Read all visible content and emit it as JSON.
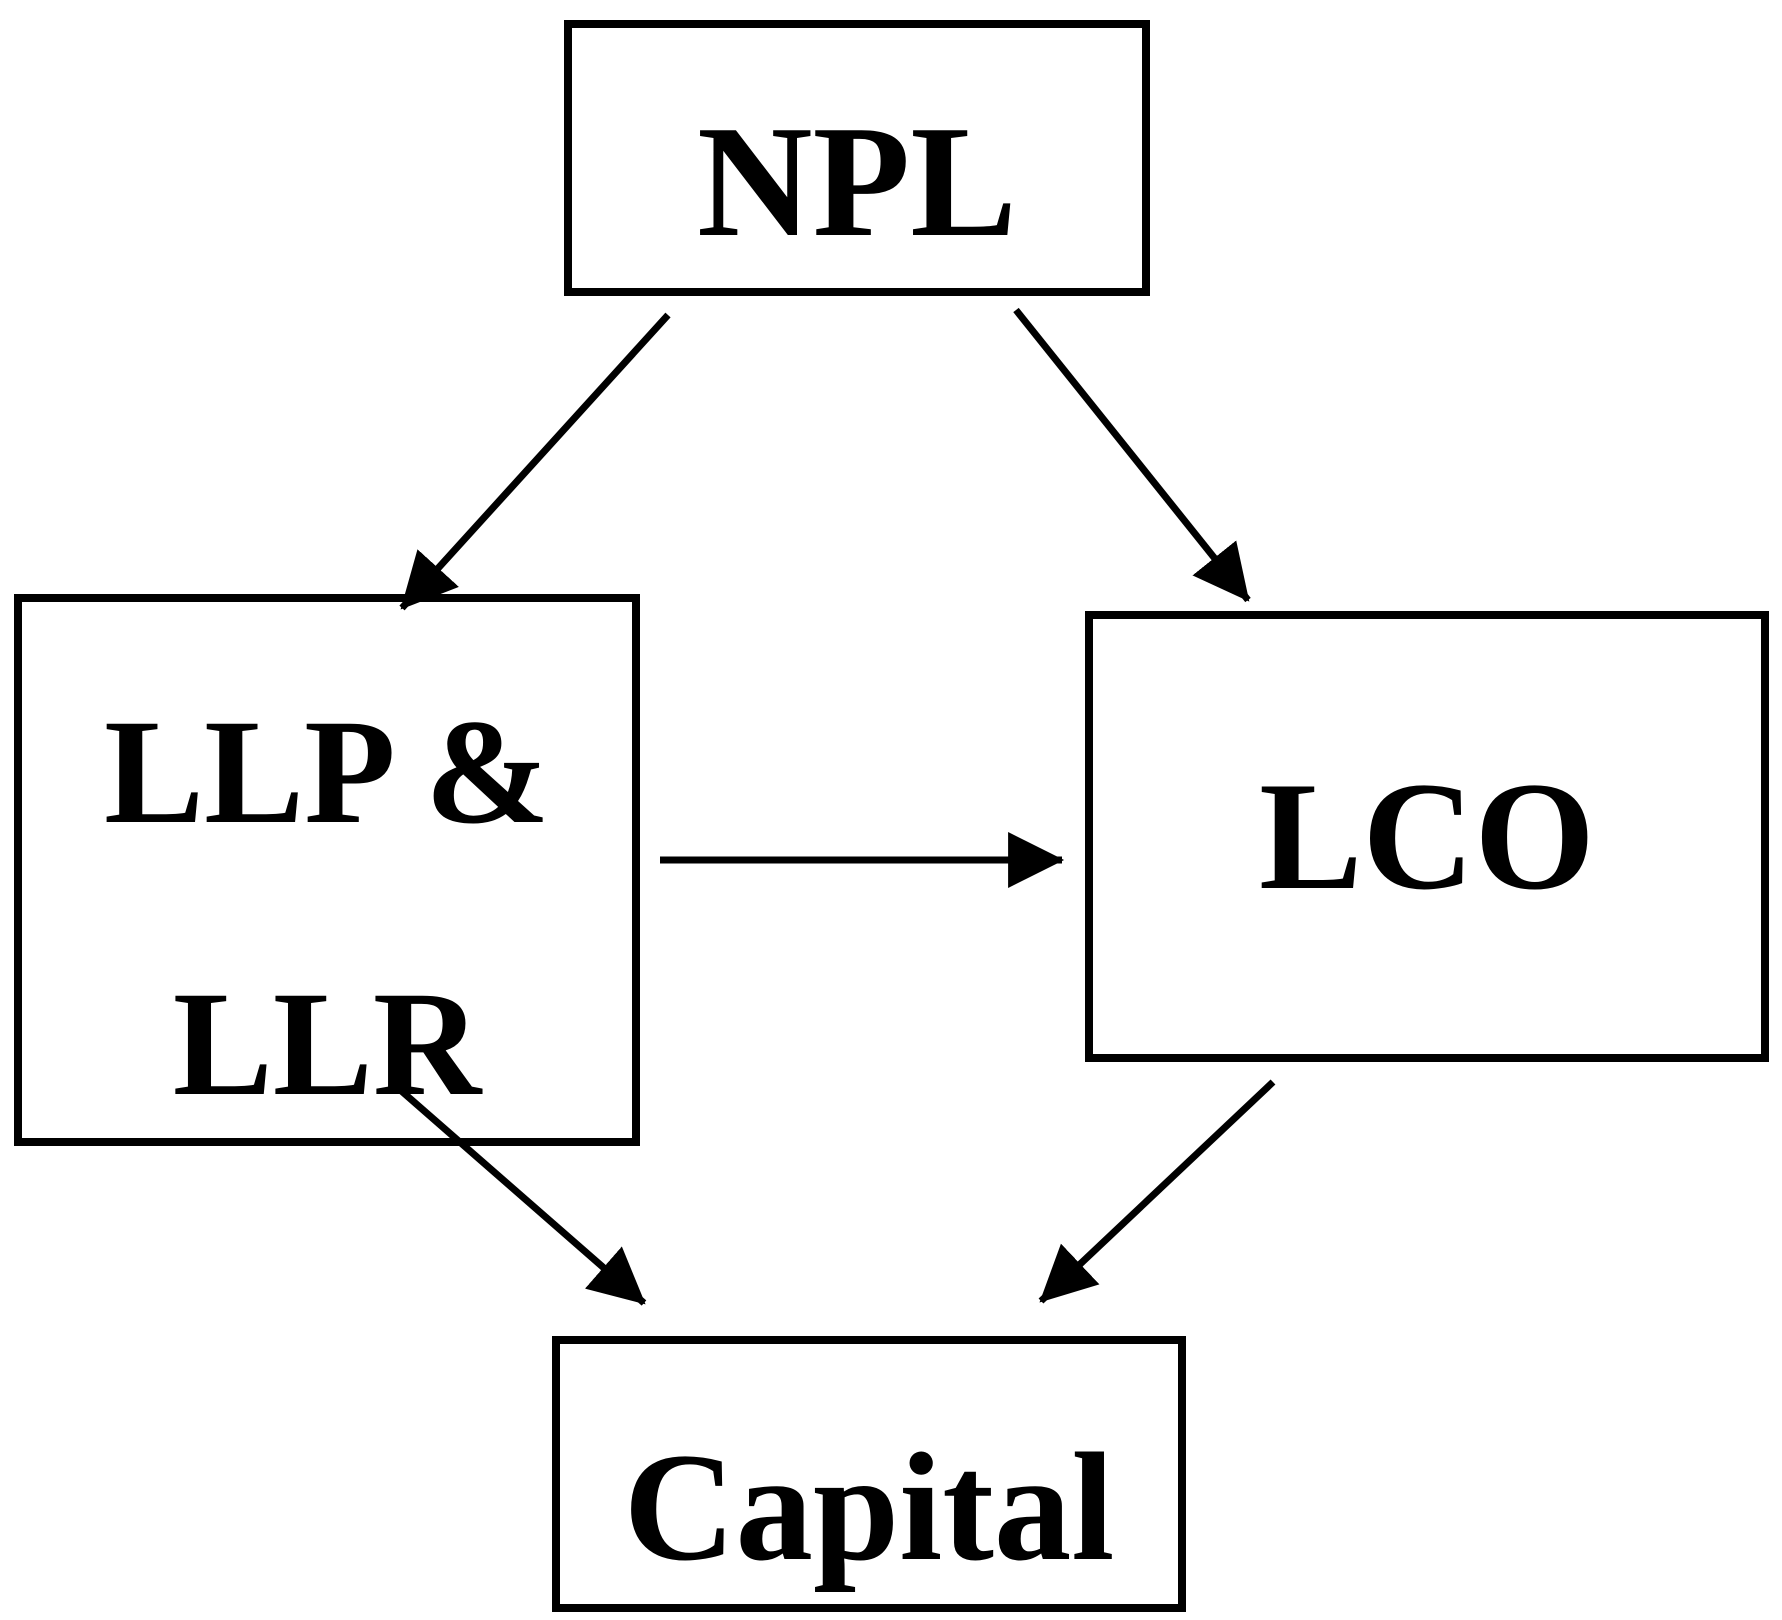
{
  "diagram": {
    "nodes": [
      {
        "id": "npl",
        "label": "NPL"
      },
      {
        "id": "llp_llr",
        "label": "LLP &",
        "label2": "LLR"
      },
      {
        "id": "lco",
        "label": "LCO"
      },
      {
        "id": "capital",
        "label": "Capital"
      }
    ],
    "edges": [
      {
        "from": "npl",
        "to": "llp_llr"
      },
      {
        "from": "npl",
        "to": "lco"
      },
      {
        "from": "llp_llr",
        "to": "lco"
      },
      {
        "from": "llp_llr",
        "to": "capital"
      },
      {
        "from": "lco",
        "to": "capital"
      }
    ],
    "colors": {
      "line": "#000000",
      "text": "#000000",
      "background": "#ffffff"
    }
  }
}
